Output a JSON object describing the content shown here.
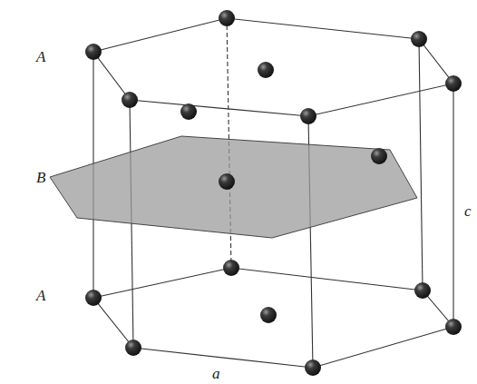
{
  "diagram": {
    "labels": [
      "A",
      "B",
      "A",
      "a",
      "c"
    ]
  }
}
